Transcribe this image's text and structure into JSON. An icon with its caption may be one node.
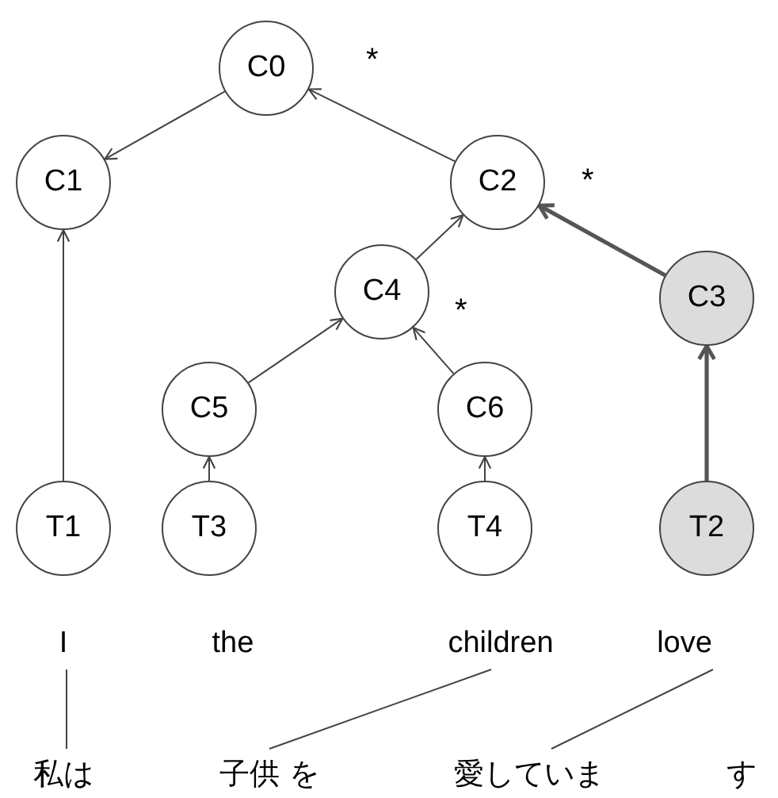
{
  "diagram": {
    "nodes": [
      {
        "text": [
          "C0"
        ]
      },
      {
        "text": [
          "C1"
        ]
      },
      {
        "text": [
          "C2"
        ]
      },
      {
        "text": [
          "C4"
        ]
      },
      {
        "text": [
          "C3"
        ]
      },
      {
        "text": [
          "C5"
        ]
      },
      {
        "text": [
          "C6"
        ]
      },
      {
        "text": [
          "T1"
        ]
      },
      {
        "text": [
          "T3"
        ]
      },
      {
        "text": [
          "T4"
        ]
      },
      {
        "text": [
          "T2"
        ]
      },
      {
        "text": [
          "I"
        ]
      },
      {
        "text": [
          "the"
        ]
      },
      {
        "text": [
          "children"
        ]
      },
      {
        "text": [
          "love"
        ]
      },
      {
        "text": [
          "私は"
        ]
      },
      {
        "text": [
          "子供 を"
        ]
      },
      {
        "text": [
          "愛していま"
        ]
      },
      {
        "text": [
          "す"
        ]
      }
    ],
    "edges": [
      {
        "from": 0,
        "to": 1,
        "arrow": "to"
      },
      {
        "from": 2,
        "to": 0,
        "arrow": "to",
        "label": "*"
      },
      {
        "from": 7,
        "to": 1,
        "arrow": "to"
      },
      {
        "from": 3,
        "to": 2,
        "arrow": "to"
      },
      {
        "from": 5,
        "to": 3,
        "arrow": "to"
      },
      {
        "from": 6,
        "to": 3,
        "arrow": "to",
        "label": "*"
      },
      {
        "from": 8,
        "to": 5,
        "arrow": "to"
      },
      {
        "from": 9,
        "to": 6,
        "arrow": "to"
      },
      {
        "from": 4,
        "to": 2,
        "arrow": "to",
        "label": "*",
        "style": "thick"
      },
      {
        "from": 10,
        "to": 4,
        "arrow": "to",
        "style": "thick"
      },
      {
        "from": 11,
        "to": 15,
        "arrow": "none"
      },
      {
        "from": 13,
        "to": 16,
        "arrow": "none"
      },
      {
        "from": 14,
        "to": 17,
        "arrow": "none"
      }
    ]
  }
}
